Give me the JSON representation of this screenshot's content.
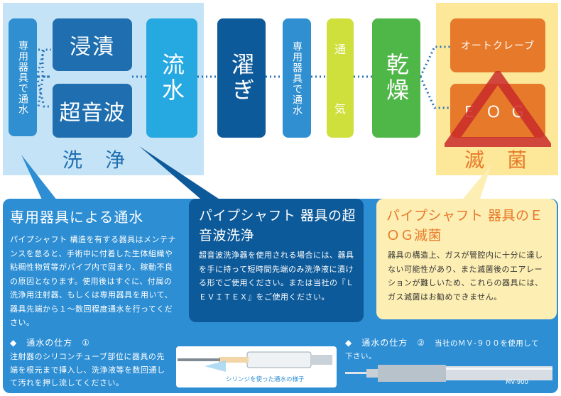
{
  "flow": {
    "dedicated_water": "専用器具で通水",
    "immersion": "浸漬",
    "ultrasonic": "超音波",
    "running_water": "流水",
    "rinse": "濯ぎ",
    "dedicated_water_2": "専用器具で通水",
    "ventilation_1": "通",
    "ventilation_2": "気",
    "drying": "乾燥",
    "autoclave": "オートクレーブ",
    "eog": "ＥＯＧ",
    "washing": "洗　浄",
    "sterilization": "滅　菌"
  },
  "panels": {
    "water": {
      "title": "専用器具による通水",
      "body": "パイプシャフト 構造を有する器具はメンテナンスを怠ると、手術中に付着した生体組織や粘稠性物質等がパイプ内で固まり、稼動不良の原因となります。使用後はすぐに、付属の洗浄用注射器、もしくは専用器具を用いて、器具先端から１～数回程度通水を行ってください。"
    },
    "ultrasonic": {
      "title": "パイプシャフト 器具の超音波洗浄",
      "body": "超音波洗浄器を使用される場合には、器具を手に持って短時間先端のみ洗浄液に漬ける形でご使用ください。または当社の『ＬＥＶＩＴＥＸ』をご使用ください。"
    },
    "eog": {
      "title": "パイプシャフト 器具のＥＯＧ滅菌",
      "body": "器具の構造上、ガスが管腔内に十分に達しない可能性があり、また滅菌後のエアレーションが難しいため、これらの器具には、ガス滅菌はお勧めできません。"
    }
  },
  "method1": {
    "title": "◆　通水の仕方　①",
    "body": "注射器のシリコンチューブ部位に器具の先端を根元まで挿入し、洗浄液等を数回通して汚れを押し流してください。",
    "caption": "シリンジを使った通水の様子"
  },
  "method2": {
    "title": "◆　通水の仕方　②",
    "body_line1": "当社のＭＶ‐９００を使用して",
    "body_line2": "下さい。",
    "caption": "MV-900"
  },
  "colors": {
    "light_blue_bg": "#c5e3f6",
    "dark_blue": "#1f6fb0",
    "mid_blue": "#2f8fd0",
    "cyan": "#26a8e0",
    "lime": "#cfe03c",
    "green": "#4fb648",
    "yellow_bg": "#fde89a",
    "orange": "#e67a2a",
    "red_triangle": "#c92a2a",
    "panel_blue": "#2d8ed4",
    "panel_dark": "#0d5a9a",
    "panel_cream": "#fdeeb3"
  }
}
